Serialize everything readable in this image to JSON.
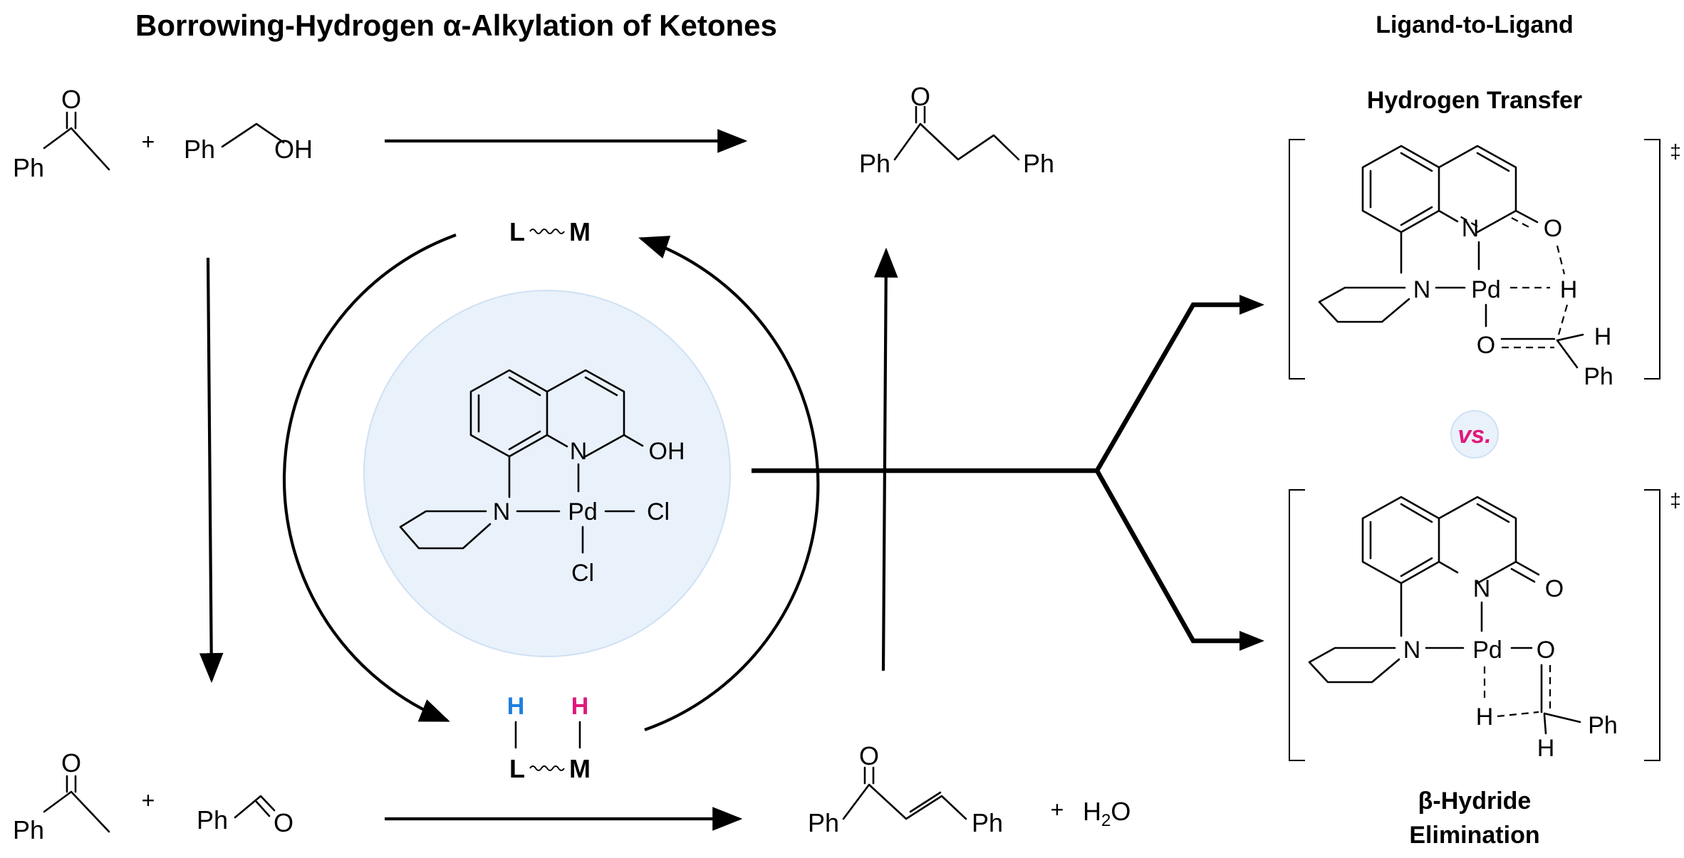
{
  "title": "Borrowing-Hydrogen α-Alkylation of Ketones",
  "colors": {
    "blue_h": "#1f7fe0",
    "pink_h": "#e0197a",
    "catalyst_bg": "#e9f1fb",
    "catalyst_stroke": "#cfe1f3",
    "vs_bg": "#e9f1fb",
    "vs_text": "#e0197a"
  },
  "reagents": {
    "plus": "+",
    "ph": "Ph",
    "o": "O",
    "oh": "OH",
    "h2o_plus": "+",
    "h2o": "H",
    "h2o_sub": "2",
    "h2o_o": "O"
  },
  "cycle": {
    "L": "L",
    "M": "M",
    "H": "H"
  },
  "catalyst": {
    "N": "N",
    "Pd": "Pd",
    "Cl": "Cl",
    "OH": "OH"
  },
  "ts_top": {
    "label_line1": "Ligand-to-Ligand",
    "label_line2": "Hydrogen Transfer",
    "dagger": "‡",
    "N": "N",
    "Pd": "Pd",
    "H": "H",
    "O": "O",
    "Ph": "Ph"
  },
  "vs": "vs.",
  "ts_bottom": {
    "label_line1": "β-Hydride",
    "label_line2": "Elimination",
    "dagger": "‡",
    "N": "N",
    "Pd": "Pd",
    "H": "H",
    "O": "O",
    "Ph": "Ph"
  }
}
